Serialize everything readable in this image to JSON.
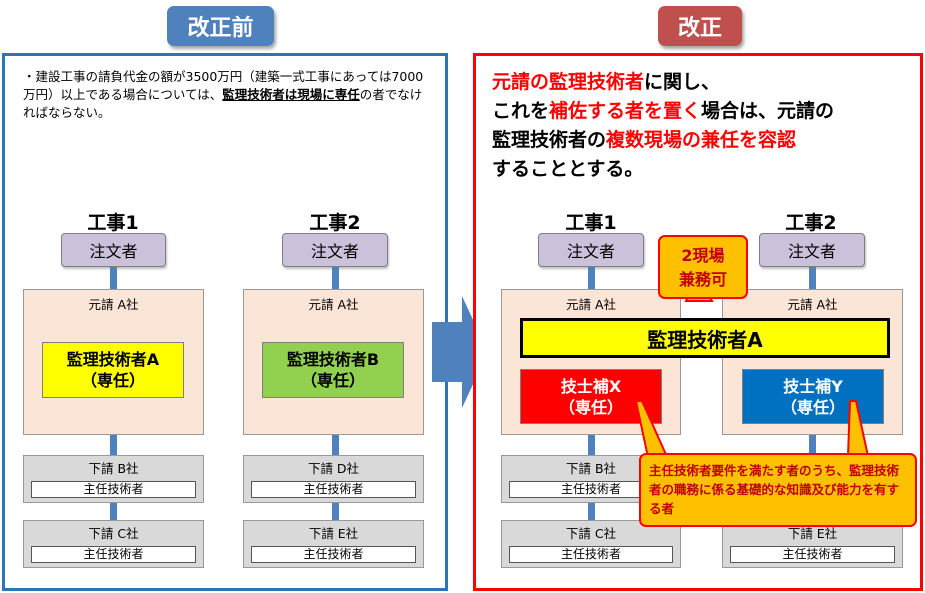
{
  "headers": {
    "before": {
      "label": "改正前",
      "color": "#4f81bd"
    },
    "after": {
      "label": "改正",
      "color": "#c0504d"
    }
  },
  "before": {
    "rule_prefix": "・建設工事の請負代金の額が3500万円（建築一式工事にあっては7000万円）以上である場合については、",
    "rule_emphasis": "監理技術者は現場に専任",
    "rule_suffix": "の者でなければならない。",
    "works": [
      {
        "label": "工事1",
        "orderer": "注文者",
        "prime": "元請 A社",
        "tech": "監理技術者A",
        "tech_note": "（専任）",
        "tech_color": "#ffff00",
        "subs": [
          {
            "name": "下請 B社",
            "chief": "主任技術者"
          },
          {
            "name": "下請 C社",
            "chief": "主任技術者"
          }
        ]
      },
      {
        "label": "工事2",
        "orderer": "注文者",
        "prime": "元請 A社",
        "tech": "監理技術者B",
        "tech_note": "（専任）",
        "tech_color": "#92d050",
        "subs": [
          {
            "name": "下請 D社",
            "chief": "主任技術者"
          },
          {
            "name": "下請 E社",
            "chief": "主任技術者"
          }
        ]
      }
    ]
  },
  "after": {
    "rule_lines": [
      [
        {
          "t": "元請の監理技術者",
          "red": true
        },
        {
          "t": "に関し、",
          "red": false
        }
      ],
      [
        {
          "t": "これを",
          "red": false
        },
        {
          "t": "補佐する者を置く",
          "red": true
        },
        {
          "t": "場合は、元請の",
          "red": false
        }
      ],
      [
        {
          "t": "監理技術者の",
          "red": false
        },
        {
          "t": "複数現場の兼任を容認",
          "red": true
        }
      ],
      [
        {
          "t": "することとする。",
          "red": false
        }
      ]
    ],
    "works": [
      {
        "label": "工事1",
        "orderer": "注文者",
        "prime": "元請 A社",
        "assistant": "技士補X",
        "assistant_note": "（専任）",
        "assistant_color": "#ff0000",
        "subs": [
          {
            "name": "下請 B社",
            "chief": "主任技術者"
          },
          {
            "name": "下請 C社",
            "chief": "主任技術者"
          }
        ]
      },
      {
        "label": "工事2",
        "orderer": "注文者",
        "prime": "元請 A社",
        "assistant": "技士補Y",
        "assistant_note": "（専任）",
        "assistant_color": "#0070c0",
        "subs": [
          {
            "name": "下請 E社",
            "chief": "主任技術者"
          }
        ]
      }
    ],
    "shared_tech": "監理技術者A",
    "dual_callout": [
      "2現場",
      "兼務可"
    ],
    "assistant_callout": "主任技術者要件を満たす者のうち、監理技術者の職務に係る基礎的な知識及び能力を有する者"
  }
}
